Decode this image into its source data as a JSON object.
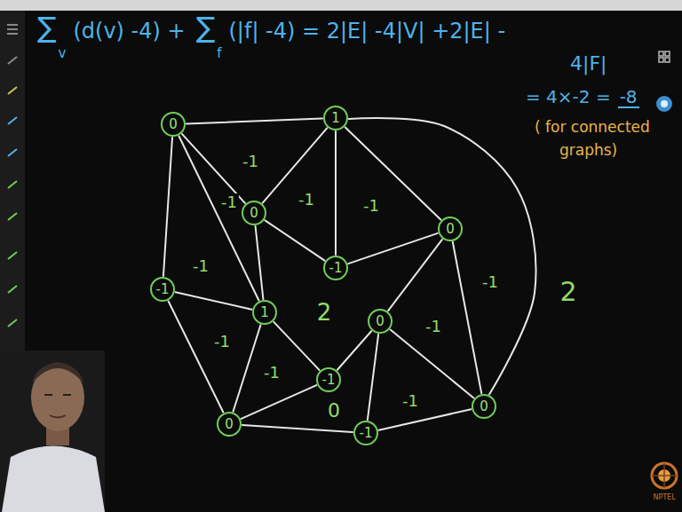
{
  "diagram": {
    "nodes": [
      {
        "text": [
          "0"
        ]
      },
      {
        "text": [
          "1"
        ]
      },
      {
        "text": [
          "0"
        ]
      },
      {
        "text": [
          "0"
        ]
      },
      {
        "text": [
          "-1"
        ]
      },
      {
        "text": [
          "-1"
        ]
      },
      {
        "text": [
          "1"
        ]
      },
      {
        "text": [
          "0"
        ]
      },
      {
        "text": [
          "-1"
        ]
      },
      {
        "text": [
          "0"
        ]
      },
      {
        "text": [
          "0"
        ]
      },
      {
        "text": [
          "-1"
        ]
      }
    ],
    "edges": [
      {
        "from": 0,
        "to": 1,
        "arrow": "none"
      },
      {
        "from": 0,
        "to": 2,
        "arrow": "none"
      },
      {
        "from": 0,
        "to": 5,
        "arrow": "none"
      },
      {
        "from": 0,
        "to": 6,
        "arrow": "none"
      },
      {
        "from": 1,
        "to": 2,
        "arrow": "none"
      },
      {
        "from": 1,
        "to": 4,
        "arrow": "none"
      },
      {
        "from": 1,
        "to": 3,
        "arrow": "none"
      },
      {
        "from": 1,
        "to": 9,
        "arrow": "none"
      },
      {
        "from": 2,
        "to": 4,
        "arrow": "none"
      },
      {
        "from": 2,
        "to": 6,
        "arrow": "none"
      },
      {
        "from": 3,
        "to": 4,
        "arrow": "none"
      },
      {
        "from": 3,
        "to": 7,
        "arrow": "none"
      },
      {
        "from": 3,
        "to": 9,
        "arrow": "none"
      },
      {
        "from": 5,
        "to": 6,
        "arrow": "none"
      },
      {
        "from": 5,
        "to": 10,
        "arrow": "none"
      },
      {
        "from": 6,
        "to": 10,
        "arrow": "none"
      },
      {
        "from": 6,
        "to": 8,
        "arrow": "none"
      },
      {
        "from": 7,
        "to": 8,
        "arrow": "none"
      },
      {
        "from": 7,
        "to": 9,
        "arrow": "none"
      },
      {
        "from": 7,
        "to": 11,
        "arrow": "none"
      },
      {
        "from": 8,
        "to": 10,
        "arrow": "none"
      },
      {
        "from": 9,
        "to": 11,
        "arrow": "none"
      },
      {
        "from": 10,
        "to": 11,
        "arrow": "none"
      }
    ],
    "labels": [
      "∑",
      "v",
      "(d(v) -4) +",
      "∑",
      "f",
      "(|f| -4) = 2|E| -4|V| +2|E| -",
      "4|F|",
      "= 4×-2 =",
      "-8",
      "( for connected",
      "graphs)",
      "-1",
      "-1",
      "-1",
      "-1",
      "-1",
      "2",
      "-1",
      "-1",
      "-1",
      "-1",
      "0",
      "-1",
      "2",
      "NPTEL"
    ]
  }
}
